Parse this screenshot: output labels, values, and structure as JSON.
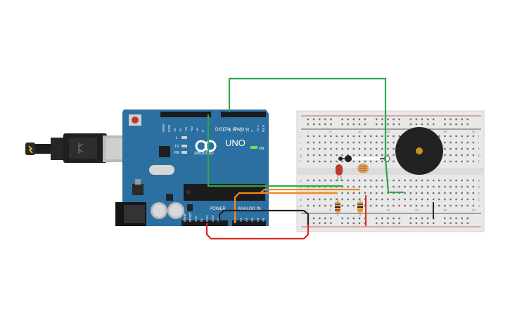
{
  "board": {
    "digital_label": "DIGITAL (PWM ~)",
    "uno_label": "UNO",
    "brand_label": "ARDUINO",
    "on_label": "ON",
    "power_label": "POWER",
    "analog_label": "ANALOG IN",
    "led_labels": [
      "L",
      "TX",
      "RX"
    ],
    "digital_pins": [
      "AREF",
      "GND",
      "13",
      "12",
      "~11",
      "~10",
      "~9",
      "8",
      "7",
      "~6",
      "~5",
      "4",
      "~3",
      "2",
      "TX 1",
      "RX 0"
    ],
    "power_pins": [
      "IOREF",
      "RESET",
      "3.3V",
      "5V",
      "GND",
      "GND",
      "Vin"
    ],
    "analog_pins": [
      "A0",
      "A1",
      "A2",
      "A3",
      "A4",
      "A5"
    ]
  },
  "breadboard": {
    "row_letters_top": [
      "j",
      "i",
      "h",
      "g",
      "f"
    ],
    "row_letters_bottom": [
      "e",
      "d",
      "c",
      "b",
      "a"
    ],
    "column_numbers": [
      "1",
      "5",
      "10",
      "15",
      "20",
      "25",
      "30"
    ]
  },
  "colors": {
    "board": "#2c6fa1",
    "wire_green": "#2ea84a",
    "wire_orange": "#f08a1c",
    "wire_red": "#d9271f",
    "wire_black": "#222222",
    "breadboard": "#e8e8e8"
  }
}
